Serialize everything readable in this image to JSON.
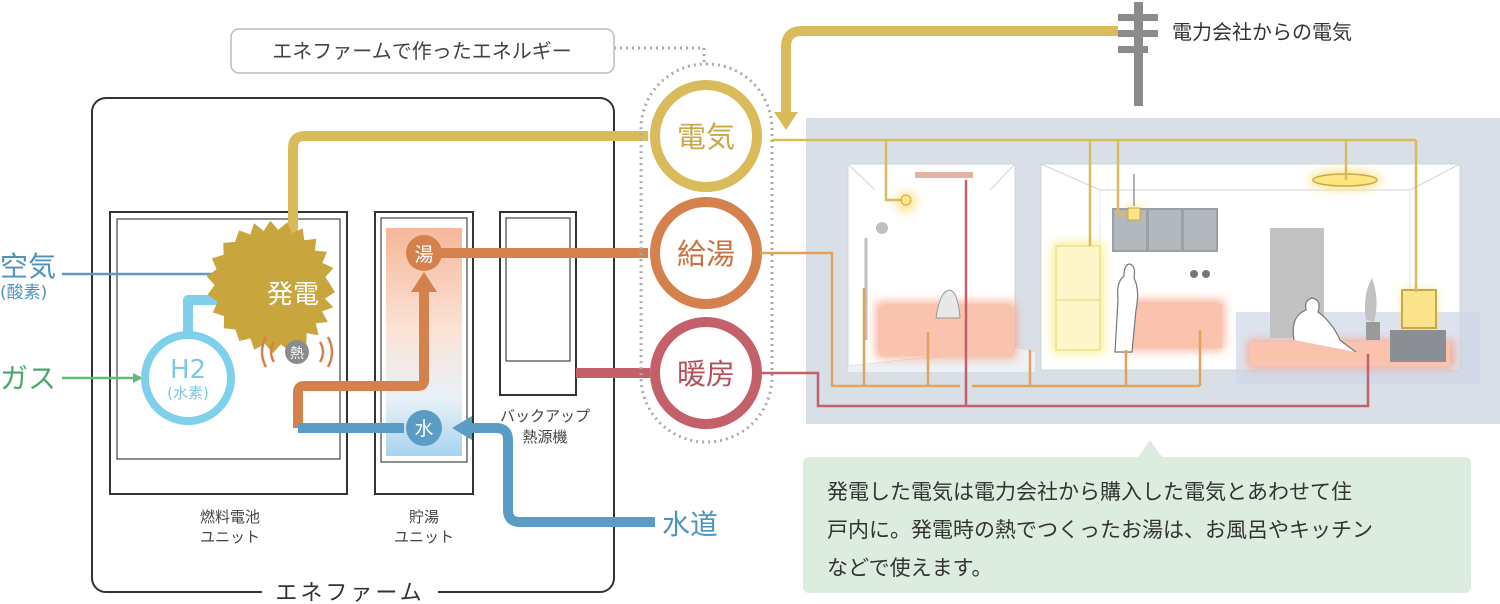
{
  "energy_label": "エネファームで作ったエネルギー",
  "utility_label": "電力会社からの電気",
  "inputs": {
    "air": "空気",
    "air_sub": "(酸素)",
    "gas": "ガス",
    "water": "水道"
  },
  "core": {
    "generation": "発電",
    "heat": "熱",
    "h2": "H2",
    "h2_sub": "(水素)",
    "hot": "湯",
    "water": "水"
  },
  "units": {
    "fuel_cell_1": "燃料電池",
    "fuel_cell_2": "ユニット",
    "storage_1": "貯湯",
    "storage_2": "ユニット",
    "backup_1": "バックアップ",
    "backup_2": "熱源機"
  },
  "system_name": "エネファーム",
  "outputs": {
    "electricity": "電気",
    "hot_water": "給湯",
    "heating": "暖房"
  },
  "description": {
    "line1": "発電した電気は電力会社から購入した電気とあわせて住",
    "line2": "戸内に。発電時の熱でつくったお湯は、お風呂やキッチン",
    "line3": "などで使えます。"
  },
  "colors": {
    "electric": "#d9bb5b",
    "hot_water": "#d5814d",
    "heating": "#c4606a",
    "water": "#5b9cc4",
    "h2": "#7fd0ea",
    "gas": "#5fbb7d",
    "sunburst": "#c8a53d",
    "note_bg": "#dcecde",
    "house_bg": "#d9dfe6"
  }
}
